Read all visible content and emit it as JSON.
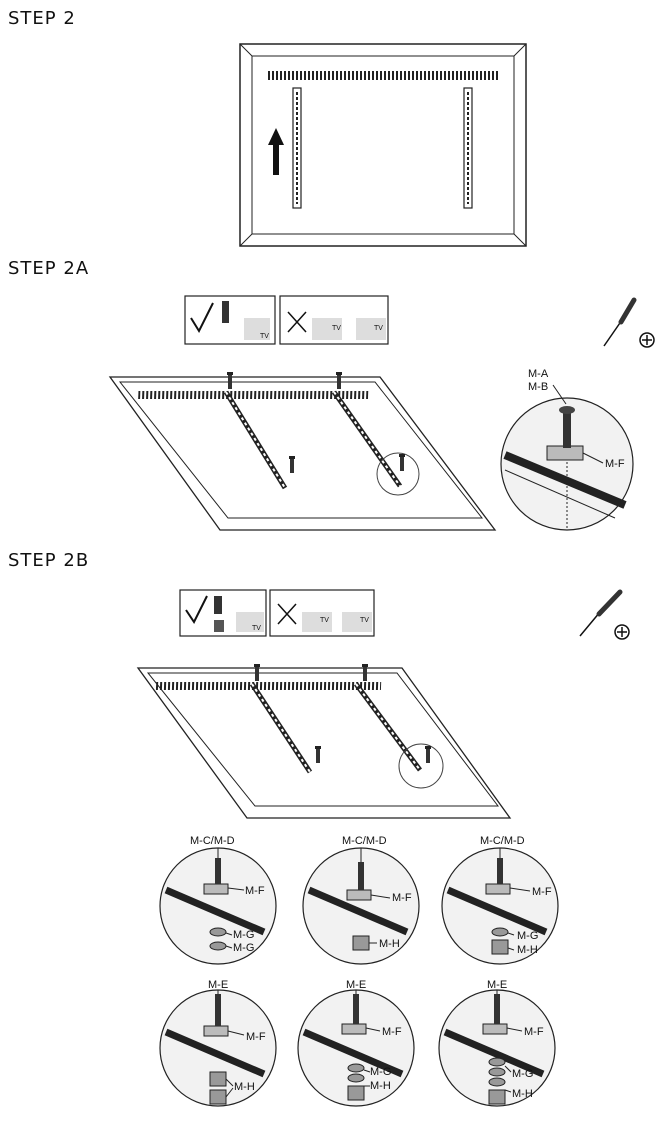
{
  "steps": {
    "step2": "STEP 2",
    "step2a": "STEP 2A",
    "step2b": "STEP 2B"
  },
  "labels": {
    "tv": "TV",
    "ma": "M-A",
    "mb": "M-B",
    "mf": "M-F",
    "mcmd": "M-C/M-D",
    "mg": "M-G",
    "mh": "M-H",
    "me": "M-E"
  },
  "icons": [
    "check-icon",
    "cross-icon",
    "screwdriver-icon",
    "phillips-plus-icon",
    "arrow-up-icon"
  ]
}
